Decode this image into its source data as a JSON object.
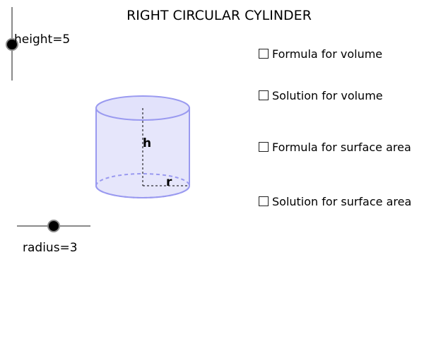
{
  "title": "RIGHT CIRCULAR CYLINDER",
  "height_slider": {
    "label": "height=5",
    "value": 5
  },
  "radius_slider": {
    "label": "radius=3",
    "value": 3
  },
  "cylinder": {
    "height_label": "h",
    "radius_label": "r",
    "fill_color": "#e8e8ff",
    "stroke_color": "#9a9af0"
  },
  "options": [
    {
      "label": "Formula for volume",
      "checked": false
    },
    {
      "label": "Solution for volume",
      "checked": false
    },
    {
      "label": "Formula for surface area",
      "checked": false
    },
    {
      "label": "Solution for surface area",
      "checked": false
    }
  ]
}
